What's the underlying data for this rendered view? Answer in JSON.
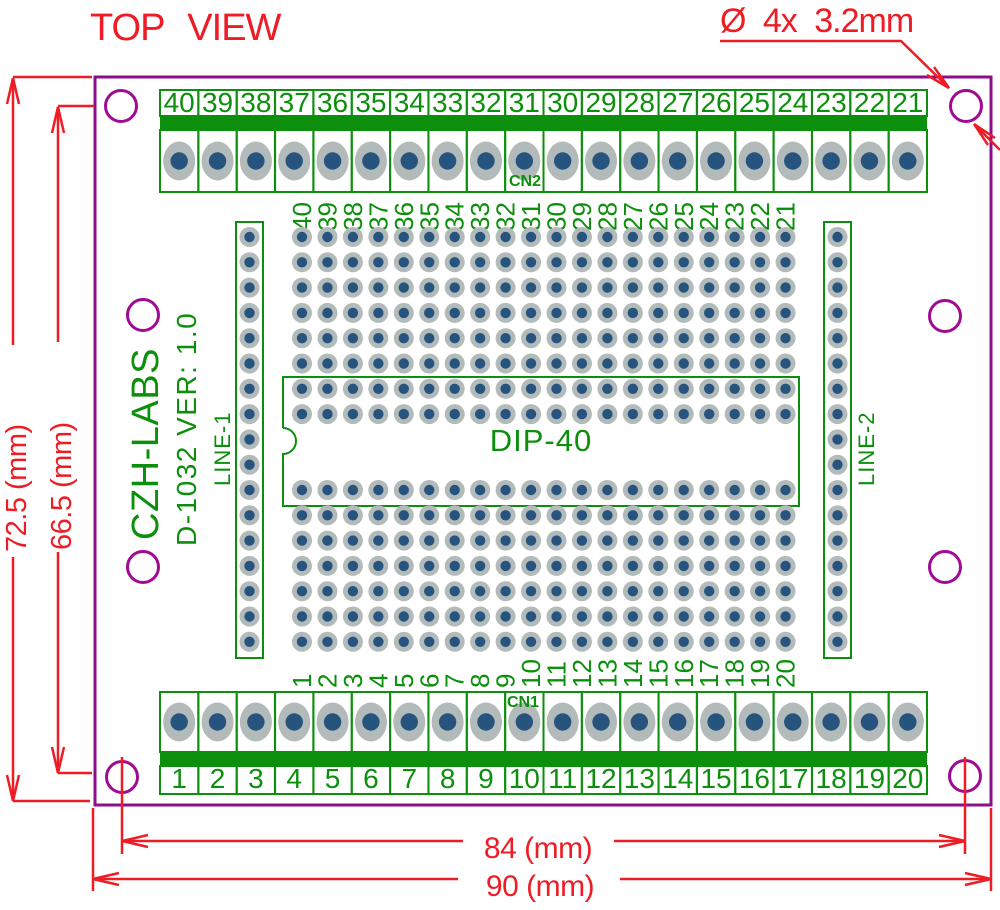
{
  "title": "TOP VIEW",
  "drill_note": "Ø 4x 3.2mm",
  "board": {
    "name": "CZH-LABS",
    "model": "D-1032 VER: 1.0",
    "chip_label": "DIP-40",
    "left_strip_label": "LINE-1",
    "right_strip_label": "LINE-2",
    "top_connector_label": "CN2",
    "bottom_connector_label": "CN1"
  },
  "terminal_top": {
    "numbers": [
      "40",
      "39",
      "38",
      "37",
      "36",
      "35",
      "34",
      "33",
      "32",
      "31",
      "30",
      "29",
      "28",
      "27",
      "26",
      "25",
      "24",
      "23",
      "22",
      "21"
    ]
  },
  "terminal_bottom": {
    "numbers": [
      "1",
      "2",
      "3",
      "4",
      "5",
      "6",
      "7",
      "8",
      "9",
      "10",
      "11",
      "12",
      "13",
      "14",
      "15",
      "16",
      "17",
      "18",
      "19",
      "20"
    ]
  },
  "grid": {
    "column_labels_top": [
      "40",
      "39",
      "38",
      "37",
      "36",
      "35",
      "34",
      "33",
      "32",
      "31",
      "30",
      "29",
      "28",
      "27",
      "26",
      "25",
      "24",
      "23",
      "22",
      "21"
    ],
    "column_labels_bottom": [
      "1",
      "2",
      "3",
      "4",
      "5",
      "6",
      "7",
      "8",
      "9",
      "10",
      "11",
      "12",
      "13",
      "14",
      "15",
      "16",
      "17",
      "18",
      "19",
      "20"
    ]
  },
  "dimensions": {
    "board_height": "72.5 (mm)",
    "mount_hole_span_height": "66.5 (mm)",
    "mount_hole_span_width": "84 (mm)",
    "board_width": "90 (mm)"
  },
  "colors": {
    "red": "#ee1c25",
    "purple": "#8c0e8c",
    "hole_ring": "#a00b94",
    "green": "#0c8f0c",
    "pad_grey": "#b3baba",
    "pad_blue": "#27547e"
  }
}
